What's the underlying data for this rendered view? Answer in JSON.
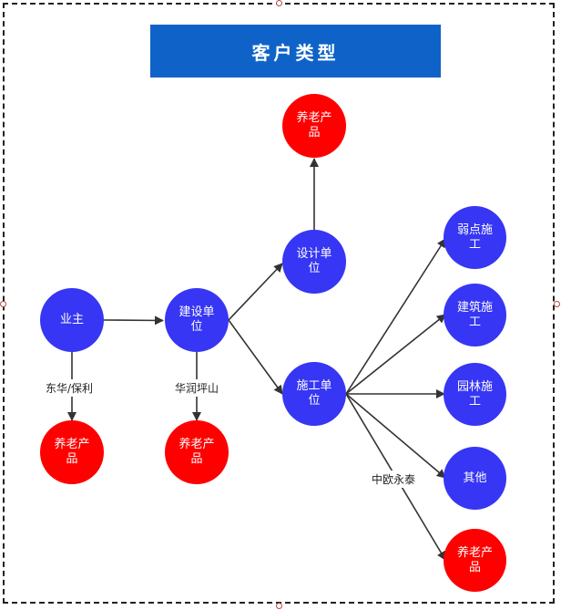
{
  "title": "客户类型",
  "colors": {
    "title_bg": "#0f63c8",
    "blue_node": "#3636f4",
    "red_node": "#fe0000",
    "edge": "#333333"
  },
  "nodes": {
    "owner": "业主",
    "owner_product": "养老产品",
    "builder": "建设单位",
    "builder_product": "养老产品",
    "design": "设计单位",
    "design_product": "养老产品",
    "construction": "施工单位",
    "weak_current": "弱点施工",
    "building": "建筑施工",
    "garden": "园林施工",
    "other": "其他",
    "construction_product": "养老产品"
  },
  "edge_labels": {
    "owner_product": "东华/保利",
    "builder_product": "华润坪山",
    "construction_product": "中欧永泰"
  }
}
